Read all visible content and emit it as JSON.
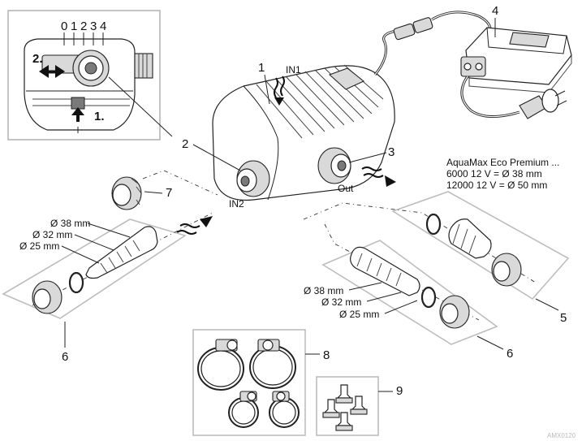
{
  "callouts": {
    "n1_inset": "1.",
    "n2_inset": "2.",
    "n1": "1",
    "n2": "2",
    "n3": "3",
    "n4": "4",
    "n5": "5",
    "n6_left": "6",
    "n6_right": "6",
    "n7": "7",
    "n8": "8",
    "n9": "9"
  },
  "inset_scale": [
    "0",
    "1",
    "2",
    "3",
    "4"
  ],
  "ports": {
    "in1": "IN1",
    "in2": "IN2",
    "out": "Out"
  },
  "left_hose_sizes": [
    "Ø 38 mm",
    "Ø 32 mm",
    "Ø 25 mm"
  ],
  "right_hose_sizes": [
    "Ø 38 mm",
    "Ø 32 mm",
    "Ø 25 mm"
  ],
  "product_note": {
    "line1": "AquaMax Eco Premium ...",
    "line2": "6000 12 V = Ø 38 mm",
    "line3": "12000 12 V = Ø 50 mm"
  },
  "figure_code": "AMX0120"
}
